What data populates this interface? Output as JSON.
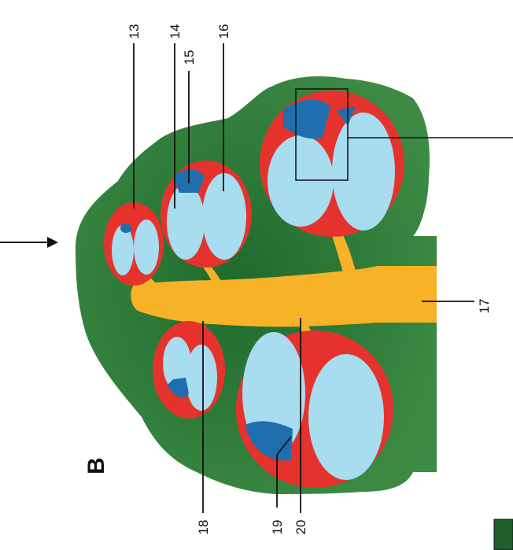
{
  "panel_letter": "B",
  "labels": {
    "l13": "13",
    "l14": "14",
    "l15": "15",
    "l16": "16",
    "l17": "17",
    "l18": "18",
    "l19": "19",
    "l20": "20"
  },
  "colors": {
    "tissue_green": "#2f7a3a",
    "tissue_dark": "#1d5e2a",
    "membrane_red": "#e5322d",
    "lumen_blue": "#a8dcef",
    "cell_blue": "#1f6fae",
    "duct_orange": "#f7b227"
  }
}
